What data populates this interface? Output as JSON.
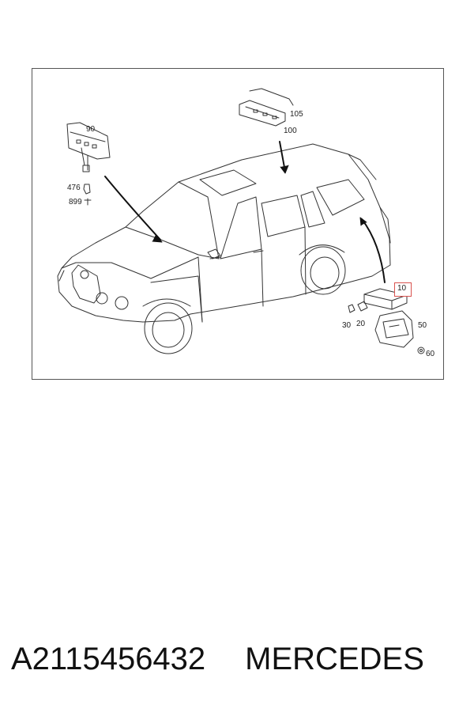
{
  "diagram": {
    "callouts": {
      "c90": "90",
      "c476": "476",
      "c899": "899",
      "c105": "105",
      "c100": "100",
      "c10": "10",
      "c30": "30",
      "c20": "20",
      "c50": "50",
      "c60": "60"
    },
    "highlight_color": "#d9534f"
  },
  "footer": {
    "part_number": "A2115456432",
    "brand": "MERCEDES"
  }
}
